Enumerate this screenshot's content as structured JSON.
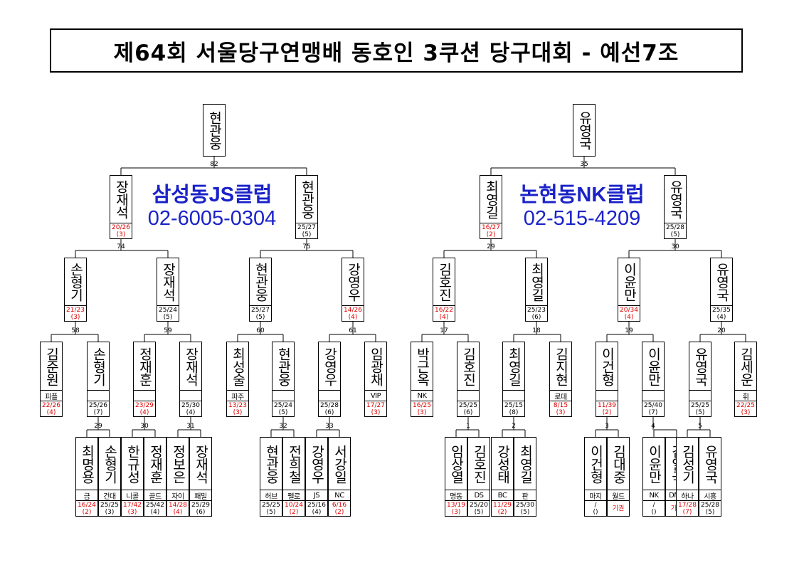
{
  "title": "제64회 서울당구연맹배 동호인 3쿠션 당구대회 - 예선7조",
  "clubs": [
    {
      "name": "삼성동JS클럽",
      "phone": "02-6005-0304"
    },
    {
      "name": "논현동NK클럽",
      "phone": "02-515-4209"
    }
  ],
  "winners": [
    {
      "name": "현관웅",
      "match": "82"
    },
    {
      "name": "유영국",
      "match": "35"
    }
  ],
  "final_level": [
    {
      "name": "장재석",
      "score": "20/26",
      "hr": "(3)",
      "lost": true,
      "match": "74"
    },
    {
      "name": "현관웅",
      "score": "25/27",
      "hr": "(5)",
      "lost": false,
      "match": "75"
    },
    {
      "name": "최영길",
      "score": "16/27",
      "hr": "(2)",
      "lost": true,
      "match": "29"
    },
    {
      "name": "유영국",
      "score": "25/28",
      "hr": "(5)",
      "lost": false,
      "match": "30"
    }
  ],
  "semi_level": [
    {
      "name": "손형기",
      "score": "21/23",
      "hr": "(3)",
      "lost": true,
      "match": "58"
    },
    {
      "name": "장재석",
      "score": "25/24",
      "hr": "(5)",
      "lost": false,
      "match": "59"
    },
    {
      "name": "현관웅",
      "score": "25/27",
      "hr": "(5)",
      "lost": false,
      "match": "60"
    },
    {
      "name": "강영우",
      "score": "14/26",
      "hr": "(4)",
      "lost": true,
      "match": "61"
    },
    {
      "name": "김호진",
      "score": "16/22",
      "hr": "(4)",
      "lost": true,
      "match": "17"
    },
    {
      "name": "최영길",
      "score": "25/23",
      "hr": "(6)",
      "lost": false,
      "match": "18"
    },
    {
      "name": "이윤만",
      "score": "20/34",
      "hr": "(4)",
      "lost": true,
      "match": "19"
    },
    {
      "name": "유영국",
      "score": "25/35",
      "hr": "(4)",
      "lost": false,
      "match": "20"
    }
  ],
  "r1_level": [
    {
      "name": "김준원",
      "team": "피플",
      "score": "22/26",
      "hr": "(4)",
      "lost": true
    },
    {
      "name": "손형기",
      "team": "",
      "score": "25/26",
      "hr": "(7)",
      "lost": false,
      "match": "29"
    },
    {
      "name": "정재훈",
      "team": "",
      "score": "23/29",
      "hr": "(4)",
      "lost": true,
      "match": "30"
    },
    {
      "name": "장재석",
      "team": "",
      "score": "25/30",
      "hr": "(4)",
      "lost": false,
      "match": "31"
    },
    {
      "name": "최성술",
      "team": "파주",
      "score": "13/23",
      "hr": "(3)",
      "lost": true
    },
    {
      "name": "현관웅",
      "team": "",
      "score": "25/24",
      "hr": "(5)",
      "lost": false,
      "match": "32"
    },
    {
      "name": "강영우",
      "team": "",
      "score": "25/28",
      "hr": "(6)",
      "lost": false,
      "match": "33"
    },
    {
      "name": "임광채",
      "team": "VIP",
      "score": "17/27",
      "hr": "(3)",
      "lost": true
    },
    {
      "name": "박근옥",
      "team": "NK",
      "score": "16/25",
      "hr": "(3)",
      "lost": true
    },
    {
      "name": "김호진",
      "team": "",
      "score": "25/25",
      "hr": "(6)",
      "lost": false,
      "match": "1"
    },
    {
      "name": "최영길",
      "team": "",
      "score": "25/15",
      "hr": "(8)",
      "lost": false,
      "match": "2"
    },
    {
      "name": "김지현",
      "team": "로데",
      "score": "8/15",
      "hr": "(3)",
      "lost": true
    },
    {
      "name": "이건형",
      "team": "",
      "score": "11/39",
      "hr": "(2)",
      "lost": true,
      "match": "3"
    },
    {
      "name": "이윤만",
      "team": "",
      "score": "25/40",
      "hr": "(7)",
      "lost": false,
      "match": "4"
    },
    {
      "name": "유영국",
      "team": "",
      "score": "25/25",
      "hr": "(5)",
      "lost": false,
      "match": "5"
    },
    {
      "name": "김세운",
      "team": "휘",
      "score": "22/25",
      "hr": "(3)",
      "lost": true
    }
  ],
  "r0_level": [
    {
      "name": "최명용",
      "team": "금",
      "score": "16/24",
      "hr": "(2)",
      "lost": true
    },
    {
      "name": "손형기",
      "team": "건대",
      "score": "25/25",
      "hr": "(3)",
      "lost": false
    },
    {
      "name": "한규성",
      "team": "니콜",
      "score": "17/42",
      "hr": "(3)",
      "lost": true
    },
    {
      "name": "정재훈",
      "team": "골드",
      "score": "25/42",
      "hr": "(4)",
      "lost": false
    },
    {
      "name": "정보은",
      "team": "자이",
      "score": "14/28",
      "hr": "(4)",
      "lost": true
    },
    {
      "name": "장재석",
      "team": "패밀",
      "score": "25/29",
      "hr": "(6)",
      "lost": false
    },
    {
      "name": "현관웅",
      "team": "허브",
      "score": "25/25",
      "hr": "(5)",
      "lost": false
    },
    {
      "name": "전희철",
      "team": "펠로",
      "score": "10/24",
      "hr": "(2)",
      "lost": true
    },
    {
      "name": "강영우",
      "team": "JS",
      "score": "25/16",
      "hr": "(4)",
      "lost": false
    },
    {
      "name": "서강일",
      "team": "NC",
      "score": "6/16",
      "hr": "(2)",
      "lost": true
    },
    {
      "name": "임상열",
      "team": "명동",
      "score": "13/19",
      "hr": "(3)",
      "lost": true
    },
    {
      "name": "김호진",
      "team": "DS",
      "score": "25/20",
      "hr": "(5)",
      "lost": false
    },
    {
      "name": "강성태",
      "team": "BC",
      "score": "11/29",
      "hr": "(2)",
      "lost": true
    },
    {
      "name": "최영길",
      "team": "판",
      "score": "25/30",
      "hr": "(5)",
      "lost": false
    },
    {
      "name": "이건형",
      "team": "마지",
      "score": "/",
      "hr": "()",
      "lost": false
    },
    {
      "name": "김대중",
      "team": "월드",
      "score": "기권",
      "hr": "",
      "lost": true
    },
    {
      "name": "이윤만",
      "team": "NK",
      "score": "/",
      "hr": "()",
      "lost": false
    },
    {
      "name": "김일국",
      "team": "DMC",
      "score": "기권",
      "hr": "",
      "lost": true
    },
    {
      "name": "김성기",
      "team": "하나",
      "score": "17/28",
      "hr": "(7)",
      "lost": true
    },
    {
      "name": "유영국",
      "team": "시흥",
      "score": "25/28",
      "hr": "(5)",
      "lost": false
    }
  ],
  "colors": {
    "loss": "#e00000",
    "club": "#1a22c8",
    "line": "#000000"
  }
}
